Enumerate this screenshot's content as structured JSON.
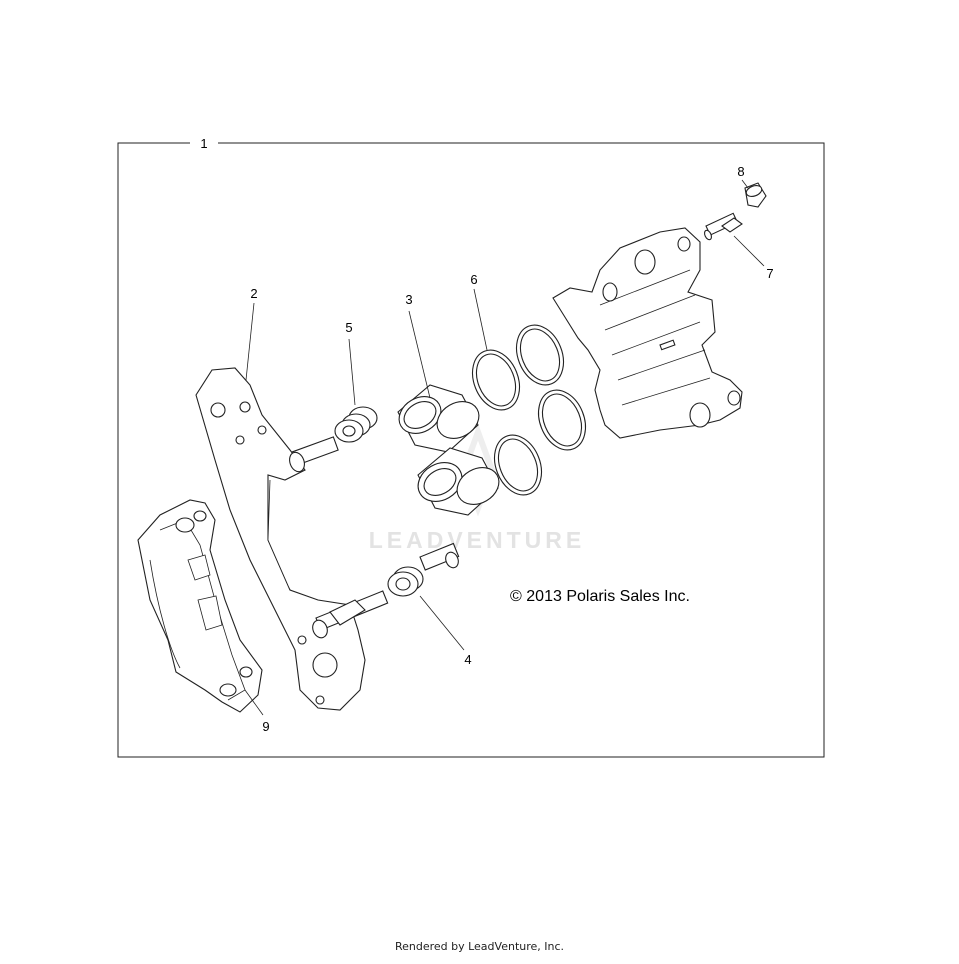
{
  "diagram": {
    "callouts": [
      {
        "id": "1",
        "label": "1"
      },
      {
        "id": "2",
        "label": "2"
      },
      {
        "id": "3",
        "label": "3"
      },
      {
        "id": "4",
        "label": "4"
      },
      {
        "id": "5",
        "label": "5"
      },
      {
        "id": "6",
        "label": "6"
      },
      {
        "id": "7",
        "label": "7"
      },
      {
        "id": "8",
        "label": "8"
      },
      {
        "id": "9",
        "label": "9"
      }
    ],
    "copyright": "© 2013 Polaris Sales Inc.",
    "watermark": "LEADVENTURE"
  },
  "footer": {
    "text": "Rendered by LeadVenture, Inc."
  }
}
